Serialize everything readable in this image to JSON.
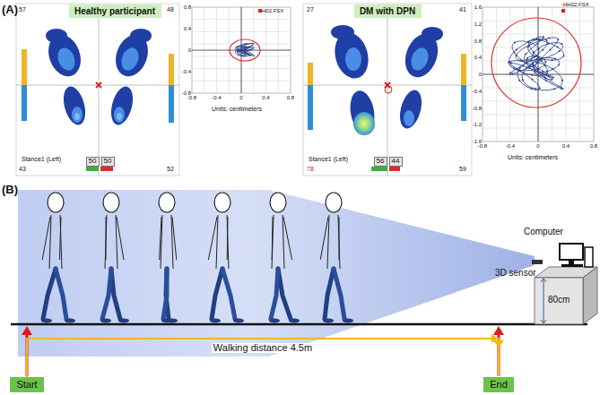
{
  "diagram": {
    "nodes": [
      {
        "text": [
          "Healthy participant"
        ]
      },
      {
        "text": [
          "50"
        ]
      },
      {
        "text": [
          "50"
        ]
      },
      {
        "text": [
          "DM with DPN"
        ]
      },
      {
        "text": [
          "56"
        ]
      },
      {
        "text": [
          "44"
        ]
      },
      {
        "text": [
          "Start"
        ]
      },
      {
        "text": [
          "End"
        ]
      }
    ],
    "edges": [
      {
        "from": 6,
        "to": 7,
        "label": "Walking distance 4.5m",
        "arrow": "to"
      }
    ],
    "labels": [
      "(A)",
      "57",
      "48",
      "43",
      "52",
      "Stance1 (Left)",
      "-H02.FSX",
      "Units: centimeters",
      "-0.8",
      "-0.4",
      "0",
      "0.4",
      "0.8",
      "0.8",
      "0.4",
      "0",
      "-0.4",
      "-0.8",
      "27",
      "41",
      "78",
      "59",
      "Stance1 (Left)",
      "-HH02.FSX",
      "Units: centimeters",
      "-0.8",
      "-0.4",
      "0",
      "0.4",
      "0.8",
      "1.6",
      "1.2",
      "0.8",
      "0.4",
      "0",
      "-0.4",
      "-0.8",
      "-1.2",
      "-1.6",
      "(B)",
      "Computer",
      "3D sensor",
      "80cm"
    ]
  }
}
